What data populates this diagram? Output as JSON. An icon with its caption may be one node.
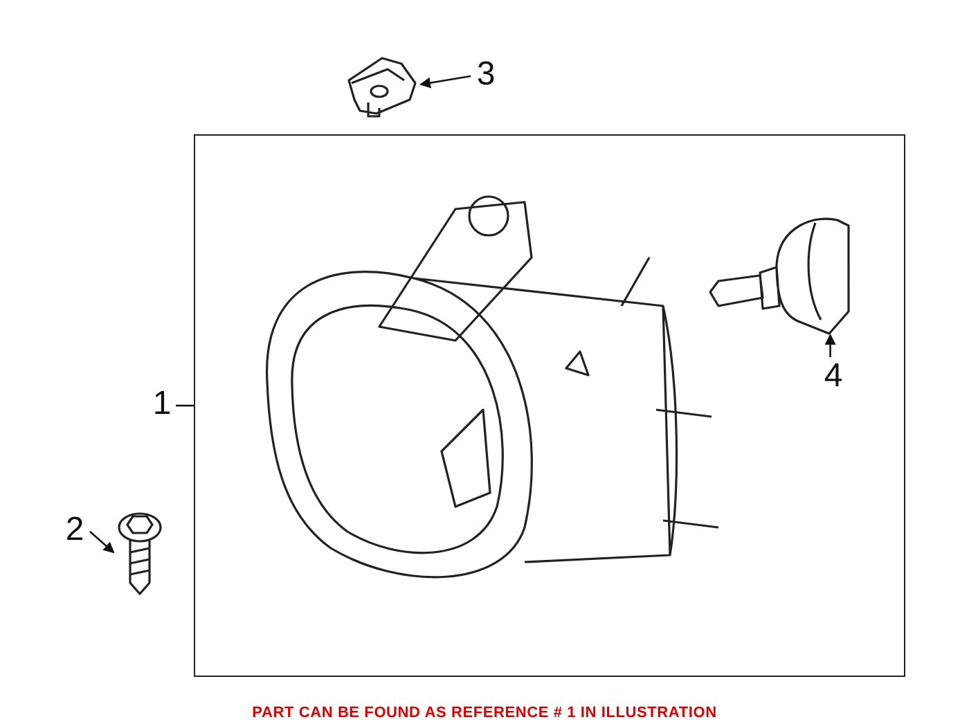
{
  "diagram": {
    "caption": "PART CAN BE FOUND AS REFERENCE # 1 IN ILLUSTRATION",
    "nodes": [
      {
        "text": [
          "3"
        ]
      },
      {
        "text": [],
        "shape": "picture"
      },
      {
        "text": [
          "1"
        ]
      },
      {
        "text": [],
        "shape": "box"
      },
      {
        "text": [],
        "shape": "picture",
        "in": 3
      },
      {
        "text": [],
        "shape": "picture",
        "in": 3
      },
      {
        "text": [
          "4"
        ],
        "in": 3
      },
      {
        "text": [
          "2"
        ]
      },
      {
        "text": [],
        "shape": "picture"
      }
    ],
    "edges": [
      {
        "from": 0,
        "to": 1,
        "arrow": "to"
      },
      {
        "from": 2,
        "to": 3,
        "arrow": "none"
      },
      {
        "from": 6,
        "to": 5,
        "arrow": "to"
      },
      {
        "from": 7,
        "to": 8,
        "arrow": "to"
      }
    ]
  }
}
